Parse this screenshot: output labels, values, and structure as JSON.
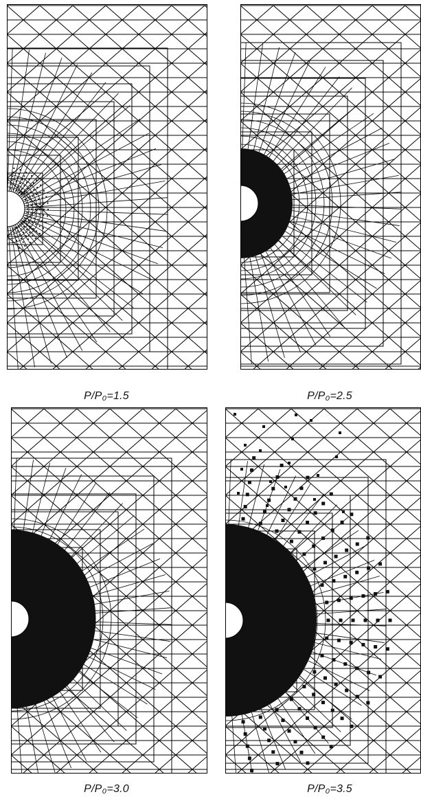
{
  "figure": {
    "panels": [
      {
        "id": "p1",
        "caption": "P/P₀=1.5",
        "ratio": 1.5,
        "plastic_zone": "thin-scatter"
      },
      {
        "id": "p2",
        "caption": "P/P₀=2.5",
        "ratio": 2.5,
        "plastic_zone": "solid-ring"
      },
      {
        "id": "p3",
        "caption": "P/P₀=3.0",
        "ratio": 3.0,
        "plastic_zone": "solid-ring-large"
      },
      {
        "id": "p4",
        "caption": "P/P₀=3.5",
        "ratio": 3.5,
        "plastic_zone": "solid-ring-with-scattered-points"
      }
    ]
  },
  "colors": {
    "mesh": "#000000",
    "fill": "#111111",
    "background": "#ffffff"
  }
}
